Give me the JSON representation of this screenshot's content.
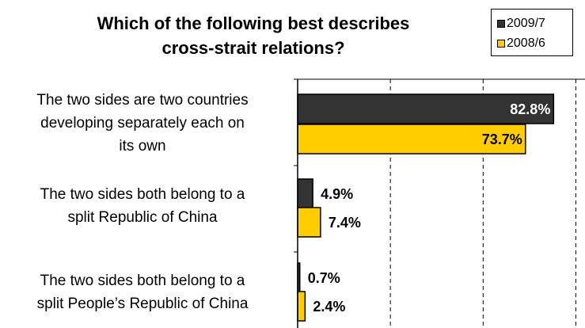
{
  "title_lines": [
    "Which of the following best describes",
    "cross-strait relations?"
  ],
  "legend": [
    {
      "label": "2009/7",
      "color": "#333333"
    },
    {
      "label": "2008/6",
      "color": "#ffcc00"
    }
  ],
  "chart_data": {
    "type": "bar",
    "orientation": "horizontal",
    "title": "Which of the following best describes cross-strait relations?",
    "categories": [
      "The two sides are two countries developing separately each on its own",
      "The two sides both belong to a split Republic of China",
      "The two sides both belong to a split People’s Republic of China"
    ],
    "category_lines": [
      [
        "The two sides are two countries",
        "developing separately each on",
        "its own"
      ],
      [
        "The two sides both belong to a",
        "split Republic of China"
      ],
      [
        "The two sides both belong to a",
        "split People’s Republic of China"
      ]
    ],
    "series": [
      {
        "name": "2009/7",
        "values": [
          82.8,
          4.9,
          0.7
        ],
        "labels": [
          "82.8%",
          "4.9%",
          "0.7%"
        ],
        "color": "#333333"
      },
      {
        "name": "2008/6",
        "values": [
          73.7,
          7.4,
          2.4
        ],
        "labels": [
          "73.7%",
          "7.4%",
          "2.4%"
        ],
        "color": "#ffcc00"
      }
    ],
    "xlim": [
      0,
      100
    ],
    "grid": true,
    "legend_position": "top-right"
  }
}
